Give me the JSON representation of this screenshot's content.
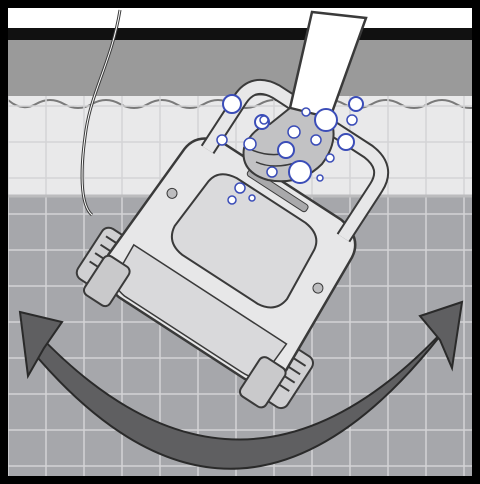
{
  "figure": {
    "kind": "pool-cleaner-instruction-illustration",
    "text": []
  },
  "colors": {
    "frame": "#000000",
    "wall_top": "#9a9a9a",
    "wall_tile": "#e9e9ea",
    "floor_tile": "#a6a7ab",
    "grout": "#d4d4d6",
    "robot_body": "#e7e7e8",
    "robot_shadow": "#c9c9cb",
    "outline": "#3a3a3a",
    "arrow": "#5f5f61",
    "bubble_fill": "#ffffff",
    "bubble_stroke": "#3b4db8"
  },
  "icons": {
    "robot": "pool-cleaning-robot",
    "hand": "hand-lifting-robot",
    "cable": "power-cable",
    "arrow": "curved-double-headed-arrow",
    "bubbles": "air-bubbles"
  }
}
